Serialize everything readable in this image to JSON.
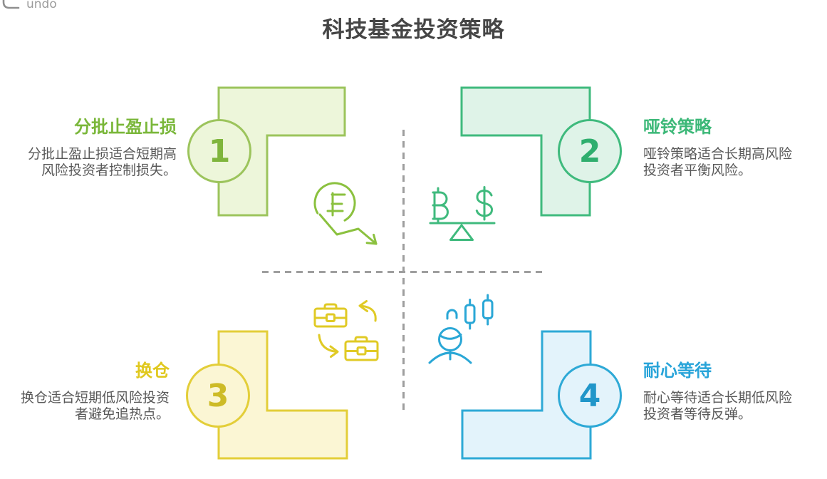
{
  "toolbar": {
    "undo_label": "undo"
  },
  "header": {
    "title": "科技基金投资策略"
  },
  "layout": {
    "background": "#ffffff",
    "title_color": "#454545",
    "description_color": "#595959",
    "divider_color": "#9e9e9e",
    "divider_style": "dashed-cross"
  },
  "quadrants": [
    {
      "number": "1",
      "title": "分批止盈止损",
      "description": "分批止盈止损适合短期高风险投资者控制损失。",
      "icon": "franc-decline-icon",
      "colors": {
        "accent": "#7ab73a",
        "border": "#9cc45c",
        "fill": "#edf6da",
        "number": "#7fb53c",
        "icon": "#8bc13f"
      }
    },
    {
      "number": "2",
      "title": "哑铃策略",
      "description": "哑铃策略适合长期高风险投资者平衡风险。",
      "icon": "balance-scale-icon",
      "colors": {
        "accent": "#3cb878",
        "border": "#3fba7d",
        "fill": "#dff3e8",
        "number": "#2fae6e",
        "icon": "#3fba7d"
      }
    },
    {
      "number": "3",
      "title": "换仓",
      "description": "换仓适合短期低风险投资者避免追热点。",
      "icon": "briefcase-swap-icon",
      "colors": {
        "accent": "#e0c81d",
        "border": "#e3ce39",
        "fill": "#fbf6d4",
        "number": "#cdbb27",
        "icon": "#e0ca25"
      }
    },
    {
      "number": "4",
      "title": "耐心等待",
      "description": "耐心等待适合长期低风险投资者等待反弹。",
      "icon": "person-chart-icon",
      "colors": {
        "accent": "#28a4d9",
        "border": "#2ea9d6",
        "fill": "#e3f3fb",
        "number": "#2196c9",
        "icon": "#2aa7d6"
      }
    }
  ]
}
